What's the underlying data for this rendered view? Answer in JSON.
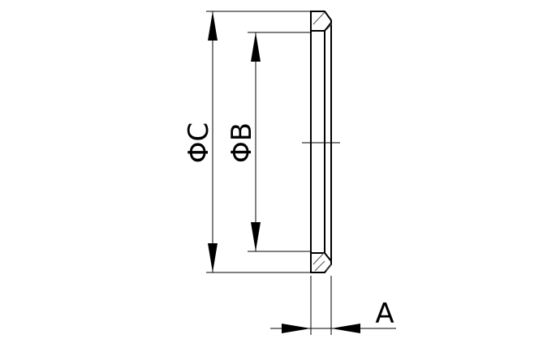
{
  "drawing": {
    "dimensions": [
      {
        "label": "ΦC",
        "orientation": "vertical"
      },
      {
        "label": "ΦB",
        "orientation": "vertical"
      },
      {
        "label": "A",
        "orientation": "horizontal"
      }
    ],
    "line_color": "#000000",
    "background": "#ffffff"
  }
}
